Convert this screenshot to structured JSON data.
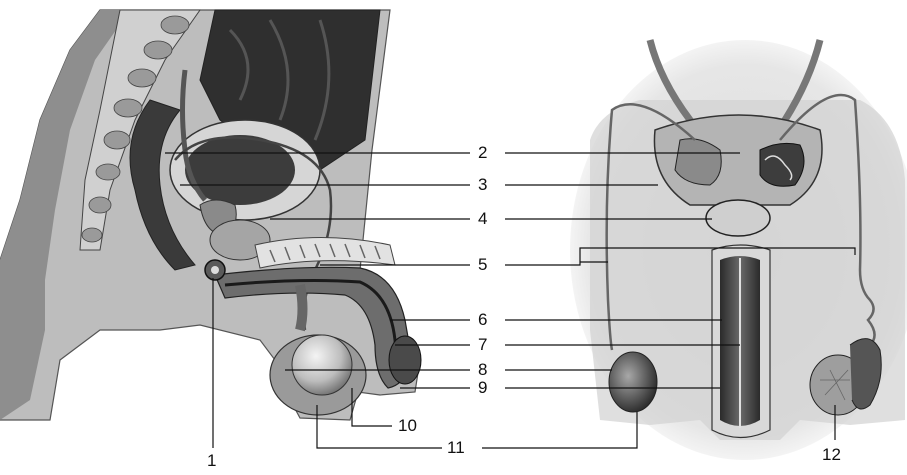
{
  "labels": [
    {
      "id": "1",
      "text": "1"
    },
    {
      "id": "2",
      "text": "2"
    },
    {
      "id": "3",
      "text": "3"
    },
    {
      "id": "4",
      "text": "4"
    },
    {
      "id": "5",
      "text": "5"
    },
    {
      "id": "6",
      "text": "6"
    },
    {
      "id": "7",
      "text": "7"
    },
    {
      "id": "8",
      "text": "8"
    },
    {
      "id": "9",
      "text": "9"
    },
    {
      "id": "10",
      "text": "10"
    },
    {
      "id": "11",
      "text": "11"
    },
    {
      "id": "12",
      "text": "12"
    }
  ]
}
